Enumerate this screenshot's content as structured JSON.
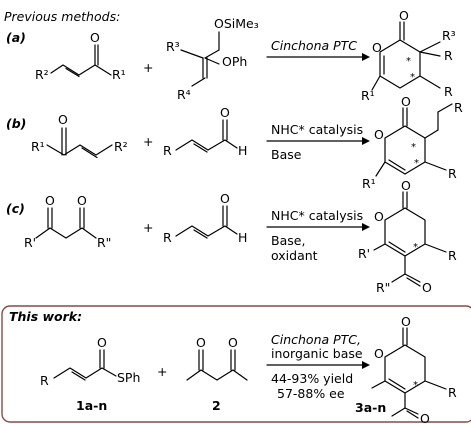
{
  "header": {
    "text": "Previous methods:"
  },
  "rows": [
    {
      "letter": "(a)",
      "reactant1": {
        "r_left": "R²",
        "r_right": "R¹",
        "o": "O"
      },
      "plus": "+",
      "reactant2": {
        "osime3": "OSiMe₃",
        "opn": "OPh",
        "r3": "R³",
        "r4": "R⁴"
      },
      "conditions_top": "Cinchona PTC",
      "product": {
        "o_ring": "O",
        "o_exo": "O",
        "r_a": "R¹",
        "r_b": "R³",
        "r_c": "R",
        "r_d": "R",
        "stars": [
          "*",
          "*"
        ]
      }
    },
    {
      "letter": "(b)",
      "reactant1": {
        "r_left": "R¹",
        "r_right": "R²",
        "o": "O"
      },
      "plus": "+",
      "reactant2": {
        "r": "R",
        "o": "O",
        "h": "H"
      },
      "conditions_top": "NHC* catalysis",
      "conditions_bottom": "Base",
      "product": {
        "o_ring": "O",
        "o_exo": "O",
        "r_a": "R¹",
        "r_b": "R",
        "r_c": "R",
        "stars": [
          "*",
          "*"
        ]
      }
    },
    {
      "letter": "(c)",
      "reactant1": {
        "r_left": "R'",
        "r_right": "R\"",
        "o1": "O",
        "o2": "O"
      },
      "plus": "+",
      "reactant2": {
        "r": "R",
        "o": "O",
        "h": "H"
      },
      "conditions_top": "NHC* catalysis",
      "conditions_bottom": [
        "Base,",
        "oxidant"
      ],
      "product": {
        "o_ring": "O",
        "o_exo": "O",
        "o_acyl": "O",
        "r_a": "R'",
        "r_b": "R\"",
        "r_c": "R",
        "stars": [
          "*"
        ]
      }
    }
  ],
  "this_work": {
    "title": "This work:",
    "reactant1": {
      "r": "R",
      "o": "O",
      "sph": "SPh",
      "label": "1a-n"
    },
    "plus": "+",
    "reactant2": {
      "o1": "O",
      "o2": "O",
      "label": "2"
    },
    "conditions_top": [
      "Cinchona PTC,",
      "inorganic base"
    ],
    "conditions_bottom": [
      "44-93% yield",
      "57-88% ee"
    ],
    "product": {
      "o_ring": "O",
      "o_exo": "O",
      "o_acyl": "O",
      "r": "R",
      "label": "3a-n",
      "stars": [
        "*"
      ]
    }
  }
}
